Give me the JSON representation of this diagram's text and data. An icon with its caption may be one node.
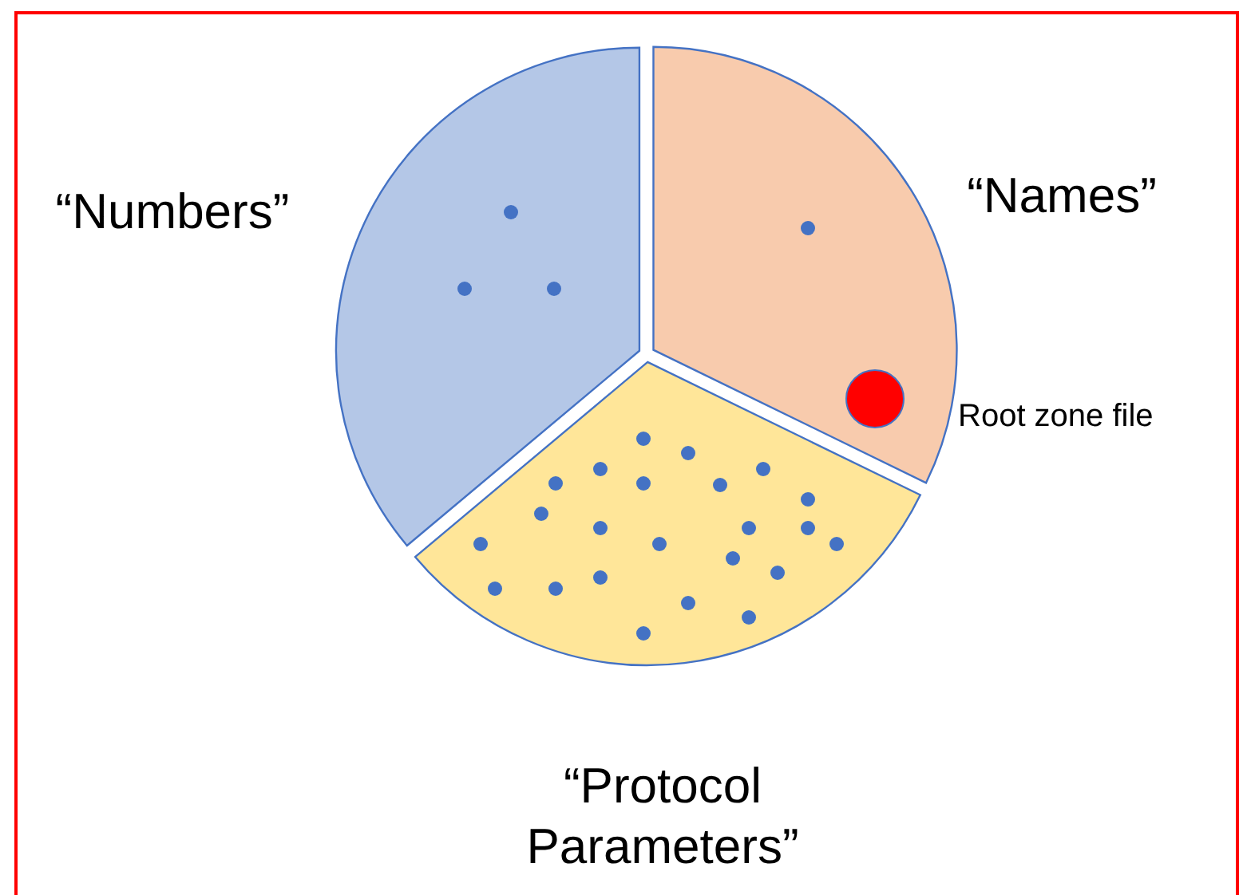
{
  "diagram": {
    "nodes": [
      {
        "text": [
          "“Numbers”"
        ]
      },
      {
        "text": [
          "“Names”"
        ]
      },
      {
        "text": [],
        "shape": "circle",
        "in": 1,
        "beside": [
          "Root zone file"
        ]
      },
      {
        "text": [
          "“Protocol Parameters”"
        ]
      }
    ]
  }
}
